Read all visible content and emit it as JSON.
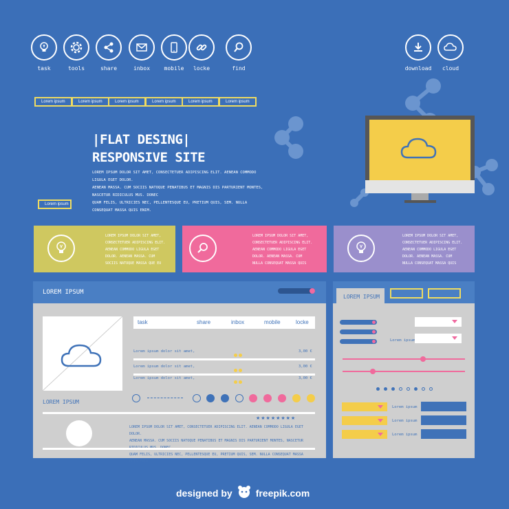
{
  "nav": {
    "items": [
      {
        "label": "task",
        "icon": "bulb-icon"
      },
      {
        "label": "tools",
        "icon": "gear-icon"
      },
      {
        "label": "share",
        "icon": "share-icon"
      },
      {
        "label": "inbox",
        "icon": "mail-icon"
      },
      {
        "label": "mobile",
        "icon": "mobile-icon"
      },
      {
        "label": "locke",
        "icon": "link-icon"
      },
      {
        "label": "find",
        "icon": "search-icon"
      }
    ],
    "right_items": [
      {
        "label": "download",
        "icon": "download-icon"
      },
      {
        "label": "cloud",
        "icon": "cloud-icon"
      }
    ]
  },
  "tags": [
    "Lorem ipsum",
    "Lorem ipsum",
    "Lorem ipsum",
    "Lorem ipsum",
    "Lorem ipsum",
    "Lorem ipsum"
  ],
  "hero": {
    "title_line1": "|FLAT DESING|",
    "title_line2": "RESPONSIVE SITE",
    "body_line1": "LOREM IPSUM DOLOR SIT AMET, CONSECTETUER ADIPISCING ELIT. AENEAN COMMODO LIGULA EGET DOLOR.",
    "body_line2": "AENEAN MASSA. CUM SOCIIS NATOQUE PENATIBUS ET MAGNIS DIS PARTURIENT MONTES, NASCETUR RIDICULUS MUS. DONEC",
    "body_line3": "QUAM FELIS, ULTRICIES NEC, PELLENTESQUE EU, PRETIUM QUIS, SEM. NULLA CONSEQUAT MASSA QUIS ENIM.",
    "button": "Lorem ipsum"
  },
  "features": [
    {
      "icon": "bulb-icon",
      "color": "#cfc860",
      "line1": "LOREM IPSUM DOLOR SIT AMET,",
      "line2": "CONSECTETUER ADIPISCING ELIT.",
      "line3": "AENEAN COMMODO LIGULA EGET",
      "line4": "DOLOR. AENEAN MASSA. CUM",
      "line5": "SOCIIS NATOQUE MASSA QUE EU"
    },
    {
      "icon": "search-icon",
      "color": "#f06a9c",
      "line1": "LOREM IPSUM DOLOR SIT AMET,",
      "line2": "CONSECTETUER ADIPISCING ELIT.",
      "line3": "AENEAN COMMODO LIGULA EGET",
      "line4": "DOLOR. AENEAN MASSA. CUM",
      "line5": "NULLA CONSEQUAT MASSA QUIS"
    },
    {
      "icon": "bulb-icon",
      "color": "#9a8fcc",
      "line1": "LOREM IPSUM DOLOR SIT AMET,",
      "line2": "CONSECTETUER ADIPISCING ELIT.",
      "line3": "AENEAN COMMODO LIGULA EGET",
      "line4": "DOLOR. AENEAN MASSA. CUM",
      "line5": "NULLA CONSEQUAT MASSA QUIS"
    }
  ],
  "main_panel": {
    "title": "LOREM IPSUM",
    "table_headers": [
      "task",
      "share",
      "inbox",
      "mobile",
      "locke"
    ],
    "rows": [
      {
        "text": "Lorem ipsum dolor sit amet,",
        "price": "3,00 €"
      },
      {
        "text": "Lorem ipsum dolor sit amet,",
        "price": "3,00 €"
      },
      {
        "text": "Lorem ipsum dolor sit amet,",
        "price": "3,00 €"
      }
    ],
    "subtitle": "LOREM IPSUM",
    "stars": "★★★★★★★★",
    "comment_line1": "LOREM IPSUM DOLOR SIT AMET, CONSECTETUER ADIPISCING ELIT. AENEAN COMMODO LIGULA EGET DOLOR.",
    "comment_line2": "AENEAN MASSA. CUM SOCIIS NATOQUE PENATIBUS ET MAGNIS DIS PARTURIENT MONTES, NASCETUR RIDICULUS MUS. DONEC",
    "comment_line3": "QUAM FELIS, ULTRICIES NEC, PELLENTESQUE EU, PRETIUM QUIS, SEM. NULLA CONSEQUAT MASSA QUIS ENIM."
  },
  "side_panel": {
    "title": "LOREM IPSUM",
    "label": "Lorem ipsum",
    "list_labels": [
      "Lorem ipsum",
      "Lorem ipsum",
      "Lorem ipsum"
    ]
  },
  "footer": {
    "text_prefix": "designed by",
    "brand": "freepik.com"
  },
  "colors": {
    "background": "#3b6fb8",
    "accent_yellow": "#f4cd4a",
    "accent_pink": "#f06a9c",
    "panel_gray": "#cfcfcf"
  }
}
